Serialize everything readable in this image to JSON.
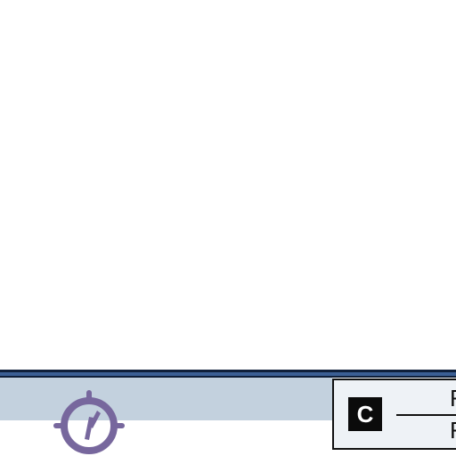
{
  "legend": {
    "badge_letter": "C",
    "row_top_text": "F",
    "row_bottom_text": "F"
  },
  "icons": {
    "clock": "clock-icon"
  },
  "colors": {
    "route_line": "#3b5f95",
    "route_line_edge": "#0f1f3a",
    "platform_fill": "#c3d1de",
    "icon_purple": "#77679d",
    "legend_bg": "#eef2f6",
    "badge_bg": "#0b0b0b"
  }
}
